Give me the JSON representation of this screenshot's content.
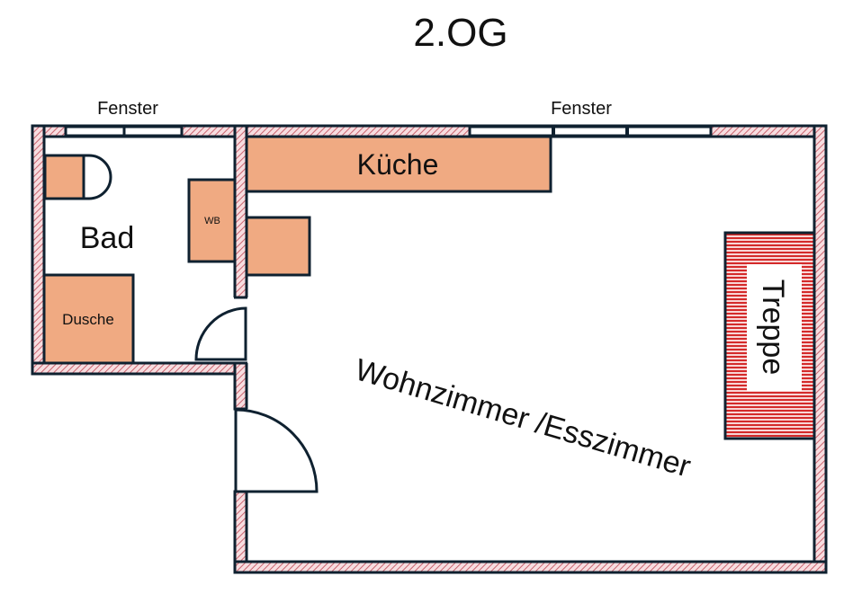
{
  "floorplan": {
    "title": "2.OG",
    "window_labels": [
      "Fenster",
      "Fenster"
    ],
    "rooms": {
      "bath": "Bad",
      "shower": "Dusche",
      "washbasin": "WB",
      "kitchen": "Küche",
      "living": "Wohnzimmer /Esszimmer",
      "stairs": "Treppe"
    },
    "colors": {
      "wall_outline": "#0f2130",
      "wall_hatch": "#c9646f",
      "wall_bg": "#f7dde0",
      "furniture_fill": "#f0aa82",
      "stairs_stripe": "#d42a2a",
      "stairs_bg": "#f8d6d6",
      "text": "#111111"
    }
  }
}
